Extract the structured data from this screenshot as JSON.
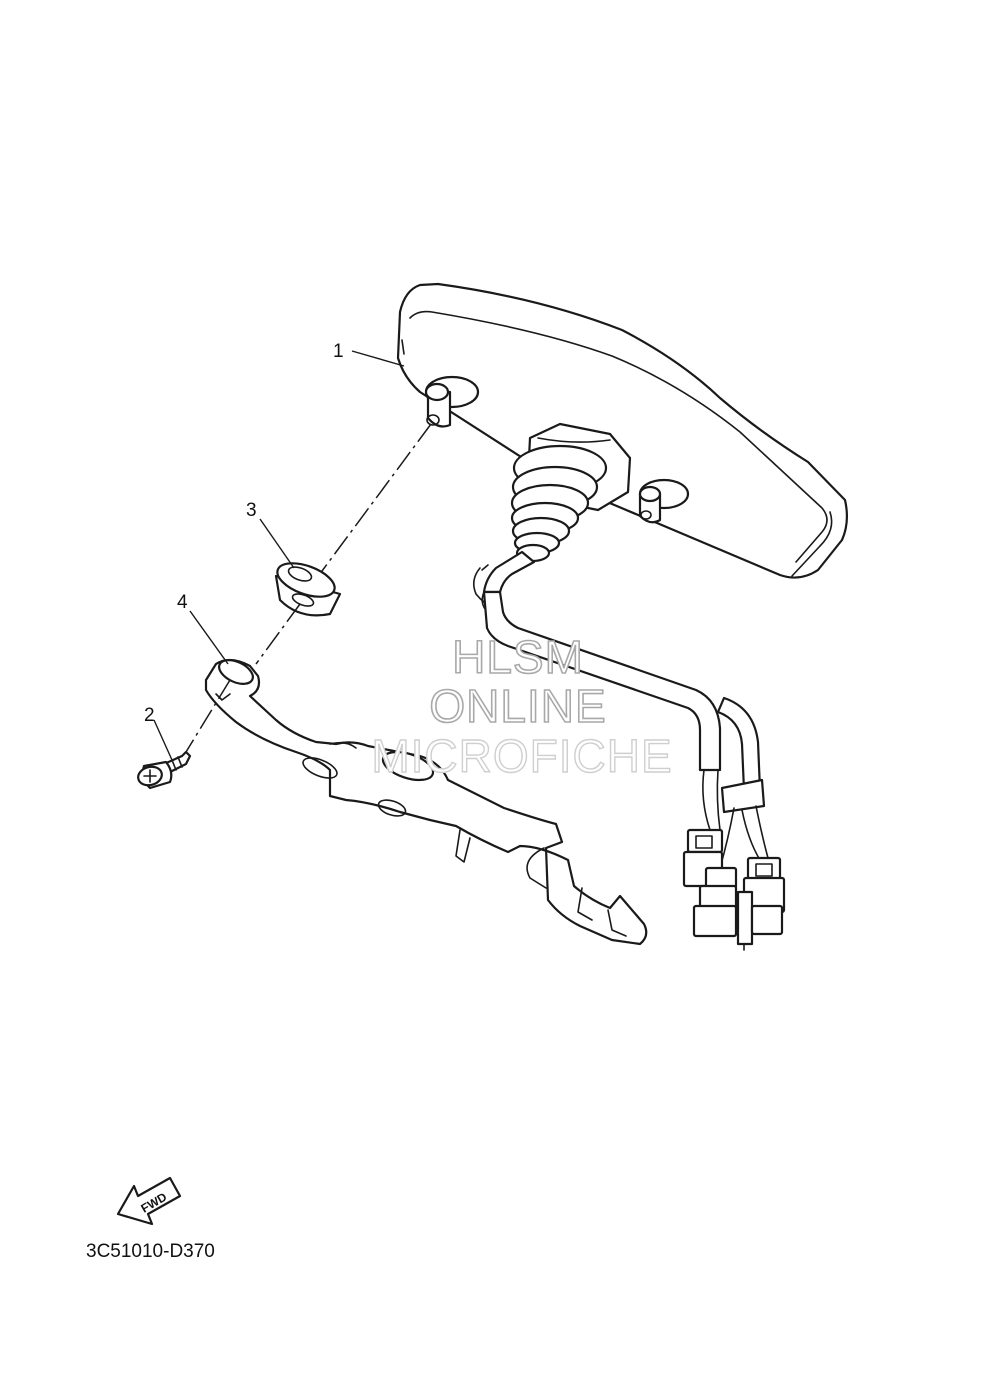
{
  "diagram": {
    "callouts": [
      {
        "id": "1",
        "label": "1"
      },
      {
        "id": "2",
        "label": "2"
      },
      {
        "id": "3",
        "label": "3"
      },
      {
        "id": "4",
        "label": "4"
      }
    ],
    "fwd_label": "FWD",
    "diagram_code": "3C51010-D370"
  },
  "watermark": {
    "line1": "HLSM",
    "line2": "ONLINE",
    "line3": "MICROFICHE"
  }
}
